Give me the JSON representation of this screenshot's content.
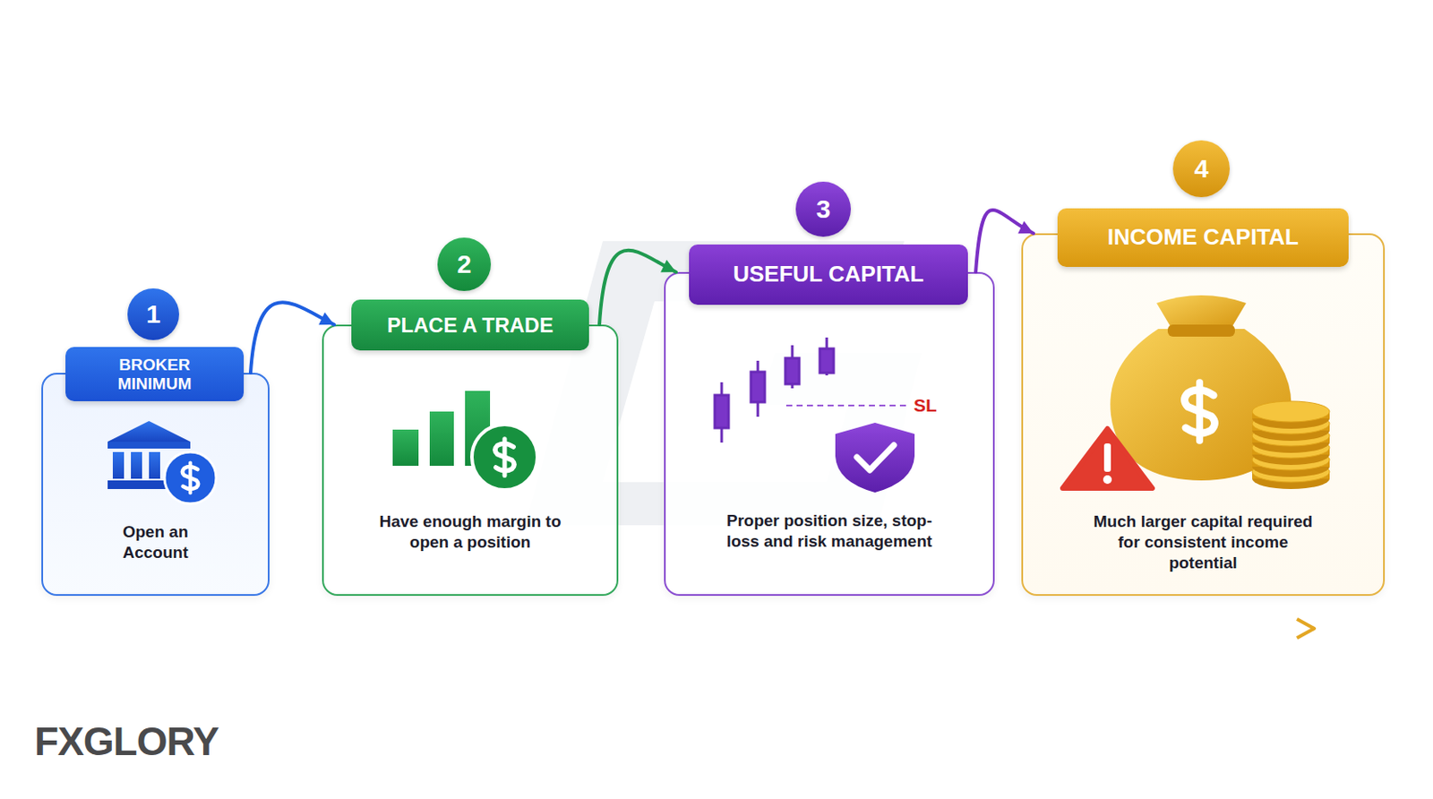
{
  "diagram": {
    "nodes": [
      {
        "text": [
          "BROKER MINIMUM",
          "Open an Account"
        ]
      },
      {
        "text": [
          "PLACE A TRADE",
          "Have enough margin to open a position"
        ]
      },
      {
        "text": [
          "USEFUL CAPITAL",
          "Proper position size, stop-loss and risk management"
        ]
      },
      {
        "text": [
          "INCOME CAPITAL",
          "Much larger capital required for consistent income potential"
        ]
      }
    ],
    "edges": [
      {
        "from": 0,
        "to": 1,
        "arrow": "to"
      },
      {
        "from": 1,
        "to": 2,
        "arrow": "to"
      },
      {
        "from": 2,
        "to": 3,
        "arrow": "to"
      }
    ],
    "labels": [
      "1",
      "2",
      "3",
      "4",
      "SL",
      "FXGLORY"
    ]
  }
}
